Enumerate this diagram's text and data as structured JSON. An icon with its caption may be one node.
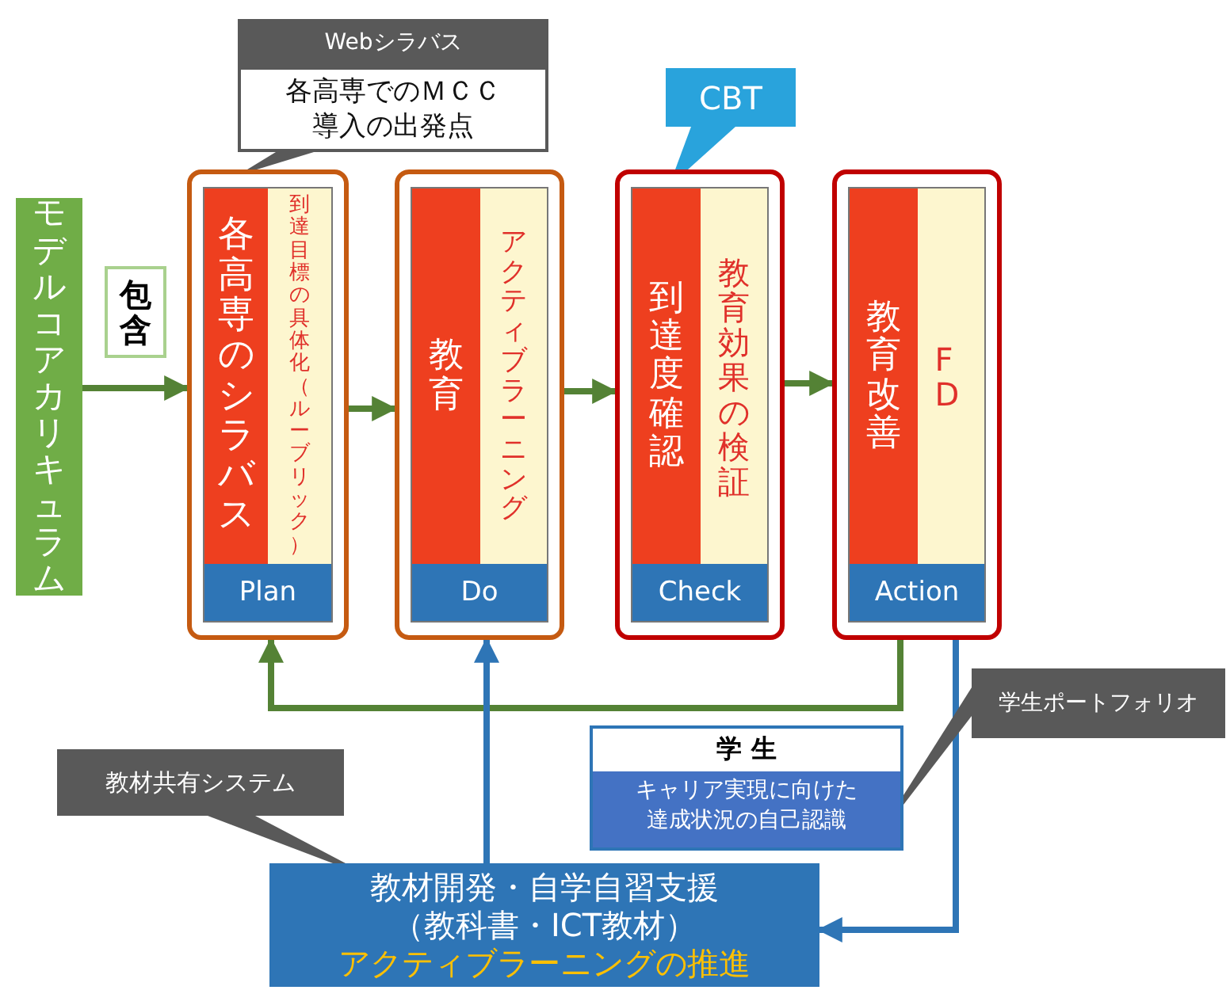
{
  "diagram": {
    "nodes": [
      {
        "text": [
          "モデルコアカリキュラム"
        ]
      },
      {
        "text": [
          "包含"
        ]
      },
      {
        "text": [
          "各高専のシラバス",
          "到達目標の具体化（ルーブリック）",
          "Plan"
        ]
      },
      {
        "text": [
          "教育",
          "アクティブラーニング",
          "Do"
        ]
      },
      {
        "text": [
          "到達度確認",
          "教育効果の検証",
          "Check"
        ]
      },
      {
        "text": [
          "教育改善",
          "FD",
          "Action"
        ]
      },
      {
        "text": [
          "Webシラバス",
          "各高専でのＭＣＣ導入の出発点"
        ]
      },
      {
        "text": [
          "CBT"
        ]
      },
      {
        "text": [
          "学生ポートフォリオ"
        ]
      },
      {
        "text": [
          "学 生",
          "キャリア実現に向けた達成状況の自己認識"
        ]
      },
      {
        "text": [
          "教材共有システム"
        ]
      },
      {
        "text": [
          "教材開発・自学自習支援（教科書・ICT教材）",
          "アクティブラーニングの推進"
        ]
      }
    ],
    "edges": [
      {
        "from": 0,
        "to": 2,
        "arrow": "to"
      },
      {
        "from": 2,
        "to": 3,
        "arrow": "to"
      },
      {
        "from": 3,
        "to": 4,
        "arrow": "to"
      },
      {
        "from": 4,
        "to": 5,
        "arrow": "to"
      },
      {
        "from": 5,
        "to": 2,
        "arrow": "to"
      },
      {
        "from": 11,
        "to": 3,
        "arrow": "to",
        "color": "#2e75b6"
      },
      {
        "from": 5,
        "to": 11,
        "arrow": "to",
        "color": "#2e75b6"
      },
      {
        "from": 6,
        "to": 2,
        "arrow": "none",
        "color": "#595959"
      },
      {
        "from": 7,
        "to": 4,
        "arrow": "none",
        "color": "#29a3dc"
      },
      {
        "from": 8,
        "to": 9,
        "arrow": "none",
        "color": "#595959"
      },
      {
        "from": 10,
        "to": 11,
        "arrow": "none",
        "color": "#595959"
      }
    ]
  }
}
